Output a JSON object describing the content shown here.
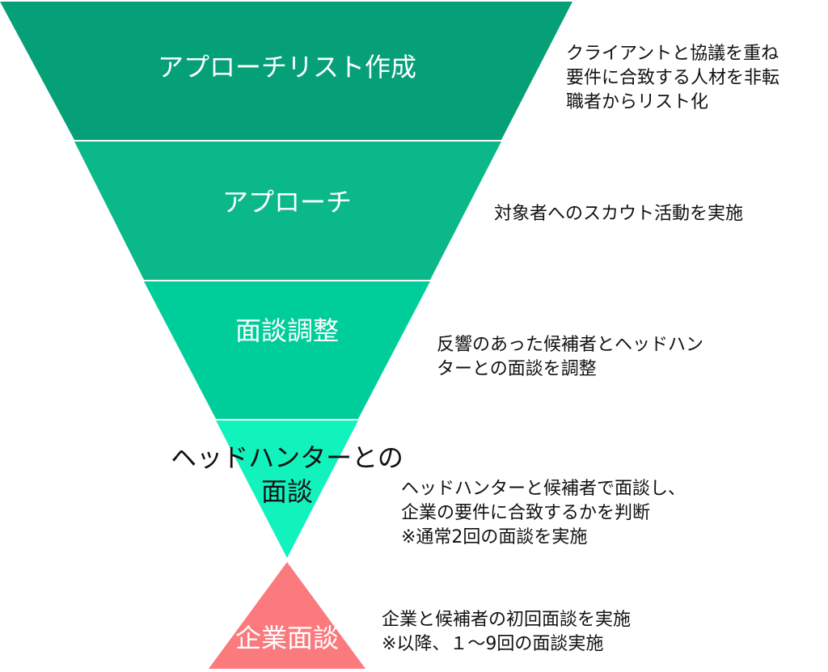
{
  "colors": {
    "stage1": "#05A078",
    "stage2": "#0BB889",
    "stage3": "#00CE9A",
    "stage4": "#12F2BC",
    "final": "#FA7A7E",
    "divider": "#ffffff"
  },
  "funnel": {
    "stages": [
      {
        "label": "アプローチリスト作成",
        "description": "クライアントと協議を重ね\n要件に合致する人材を非転\n職者からリスト化"
      },
      {
        "label": "アプローチ",
        "description": "対象者へのスカウト活動を実施"
      },
      {
        "label": "面談調整",
        "description": "反響のあった候補者とヘッドハン\nターとの面談を調整"
      },
      {
        "label": "ヘッドハンターとの\n面談",
        "description": "ヘッドハンターと候補者で面談し、\n企業の要件に合致するかを判断\n※通常2回の面談を実施"
      }
    ],
    "final": {
      "label": "企業面談",
      "description": "企業と候補者の初回面談を実施\n※以降、１～9回の面談実施"
    }
  }
}
